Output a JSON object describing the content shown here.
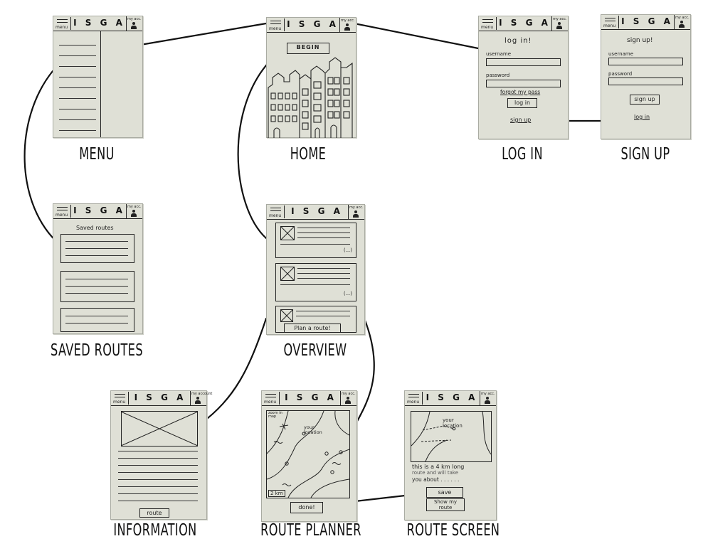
{
  "app_title": "I S G A",
  "header": {
    "menu_label": "menu",
    "account_label": "my acc.",
    "account_label_alt": "my account"
  },
  "captions": {
    "menu": "MENU",
    "home": "HOME",
    "login": "LOG IN",
    "signup": "SIGN UP",
    "saved_routes": "SAVED ROUTES",
    "overview": "OVERVIEW",
    "information": "INFORMATION",
    "route_planner": "ROUTE PLANNER",
    "route_screen": "ROUTE SCREEN"
  },
  "home": {
    "begin_button": "BEGIN"
  },
  "login": {
    "title": "log in!",
    "username_label": "username",
    "password_label": "password",
    "forgot_link": "forgot my pass",
    "login_button": "log in",
    "signup_link": "sign up"
  },
  "signup": {
    "title": "sign up!",
    "username_label": "username",
    "password_label": "password",
    "signup_button": "sign up",
    "login_link": "log in"
  },
  "saved_routes": {
    "title": "Saved routes"
  },
  "overview": {
    "more_label": "(...)",
    "plan_button": "Plan a route!"
  },
  "information": {
    "route_button": "route"
  },
  "route_planner": {
    "map_label": "zoom in map",
    "your_location": "your location",
    "distance_label": "2 km",
    "done_button": "done!"
  },
  "route_screen": {
    "your_location": "your location",
    "description_line1": "this is a 4 km long",
    "description_line2": "route and will take",
    "description_line3": "you about . . . . . .",
    "save_button": "save",
    "show_button": "Show my route"
  }
}
